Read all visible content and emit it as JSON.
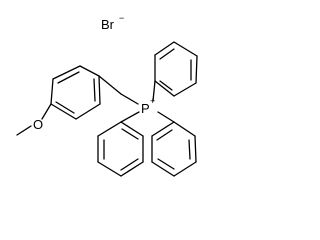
{
  "molecule": {
    "counterion": {
      "symbol": "Br",
      "charge": "−"
    },
    "phosphorus": {
      "symbol": "P",
      "charge": "+"
    },
    "methoxy": {
      "oxygen": "O"
    }
  }
}
